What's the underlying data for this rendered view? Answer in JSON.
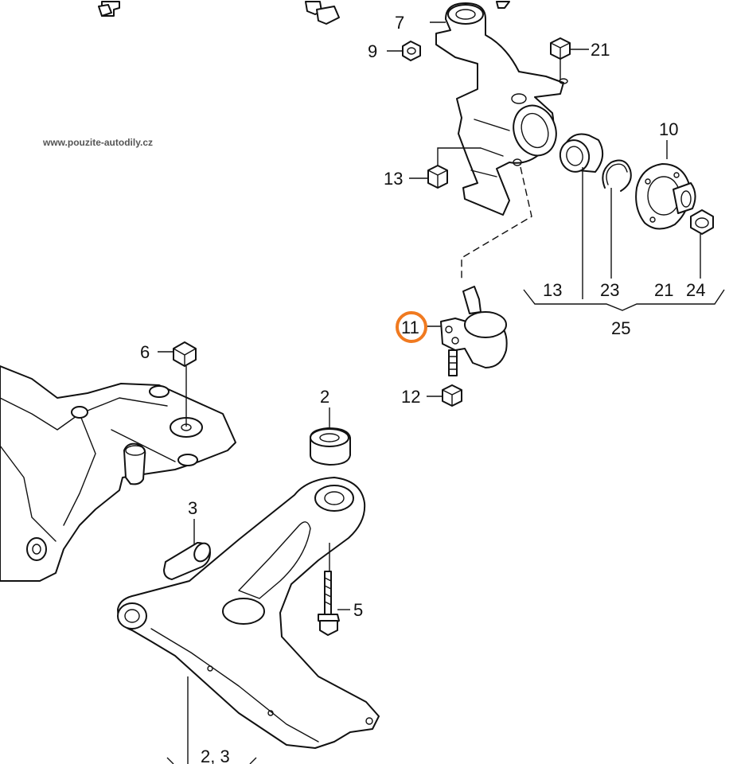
{
  "watermark": "www.pouzite-autodily.cz",
  "highlight_color": "#f07a20",
  "callouts": {
    "c7": "7",
    "c9": "9",
    "c21_top": "21",
    "c10": "10",
    "c13_left": "13",
    "c13_group": "13",
    "c23": "23",
    "c21_group": "21",
    "c24": "24",
    "c25": "25",
    "c11": "11",
    "c12": "12",
    "c6": "6",
    "c2": "2",
    "c3": "3",
    "c5": "5",
    "c23_bottom": "2, 3"
  }
}
